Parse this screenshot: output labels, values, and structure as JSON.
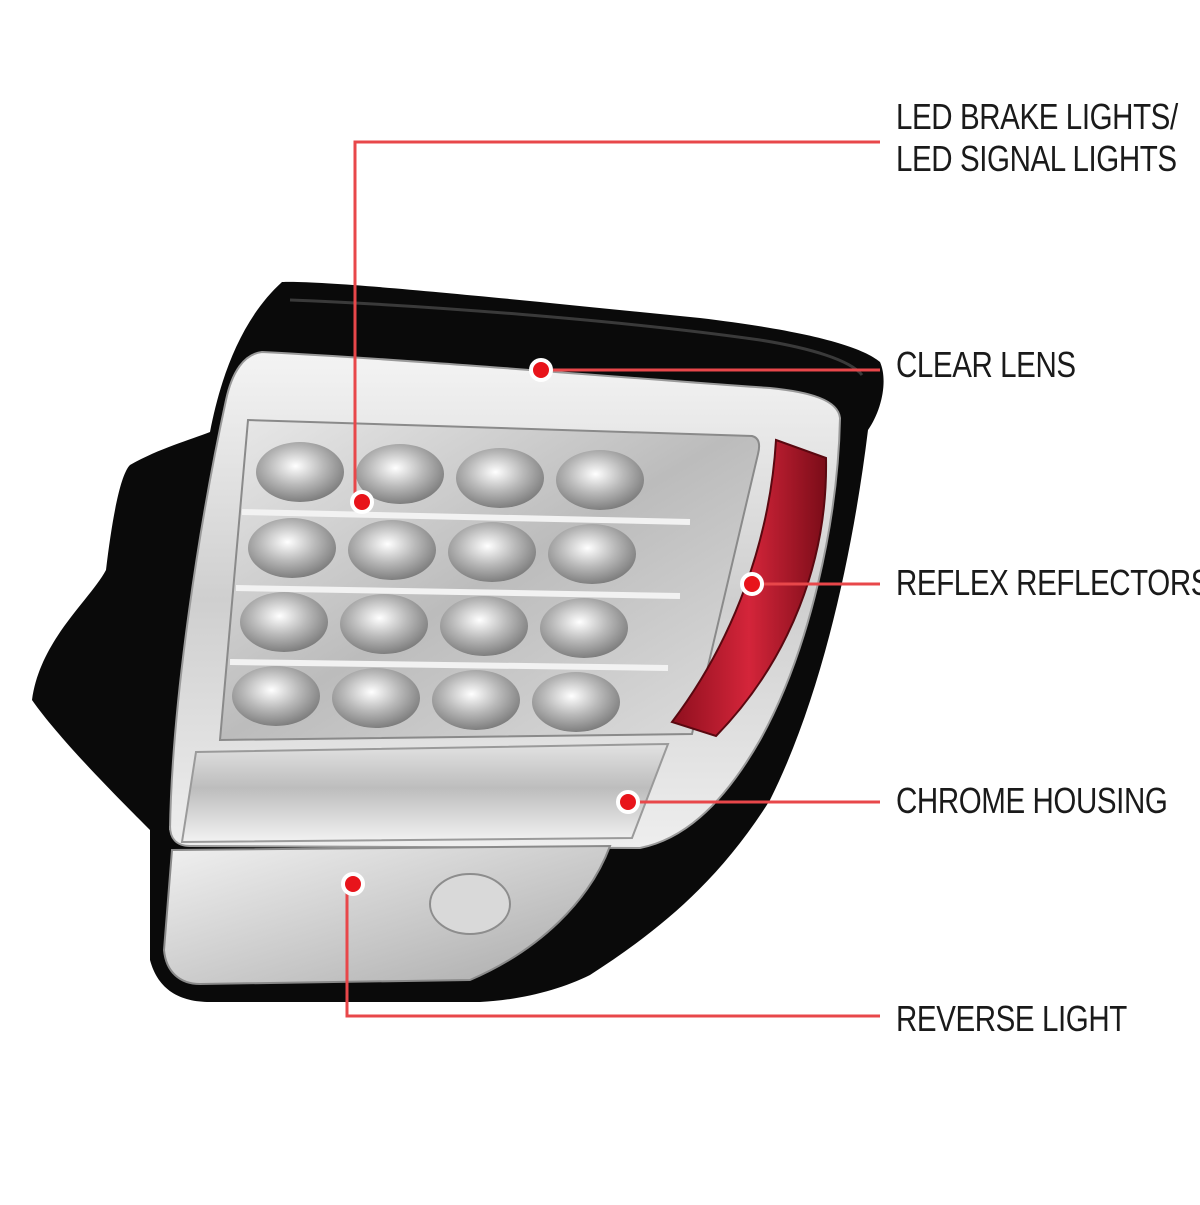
{
  "callouts": {
    "led_line1": "LED BRAKE LIGHTS/",
    "led_line2": "LED SIGNAL LIGHTS",
    "clear_lens": "CLEAR LENS",
    "reflex_reflectors": "REFLEX REFLECTORS",
    "chrome_housing": "CHROME HOUSING",
    "reverse_light": "REVERSE LIGHT"
  },
  "colors": {
    "leader_line": "#e8474a",
    "dot": "#e8141b",
    "housing_black": "#0a0a0a",
    "reflector_red": "#c8102e"
  }
}
